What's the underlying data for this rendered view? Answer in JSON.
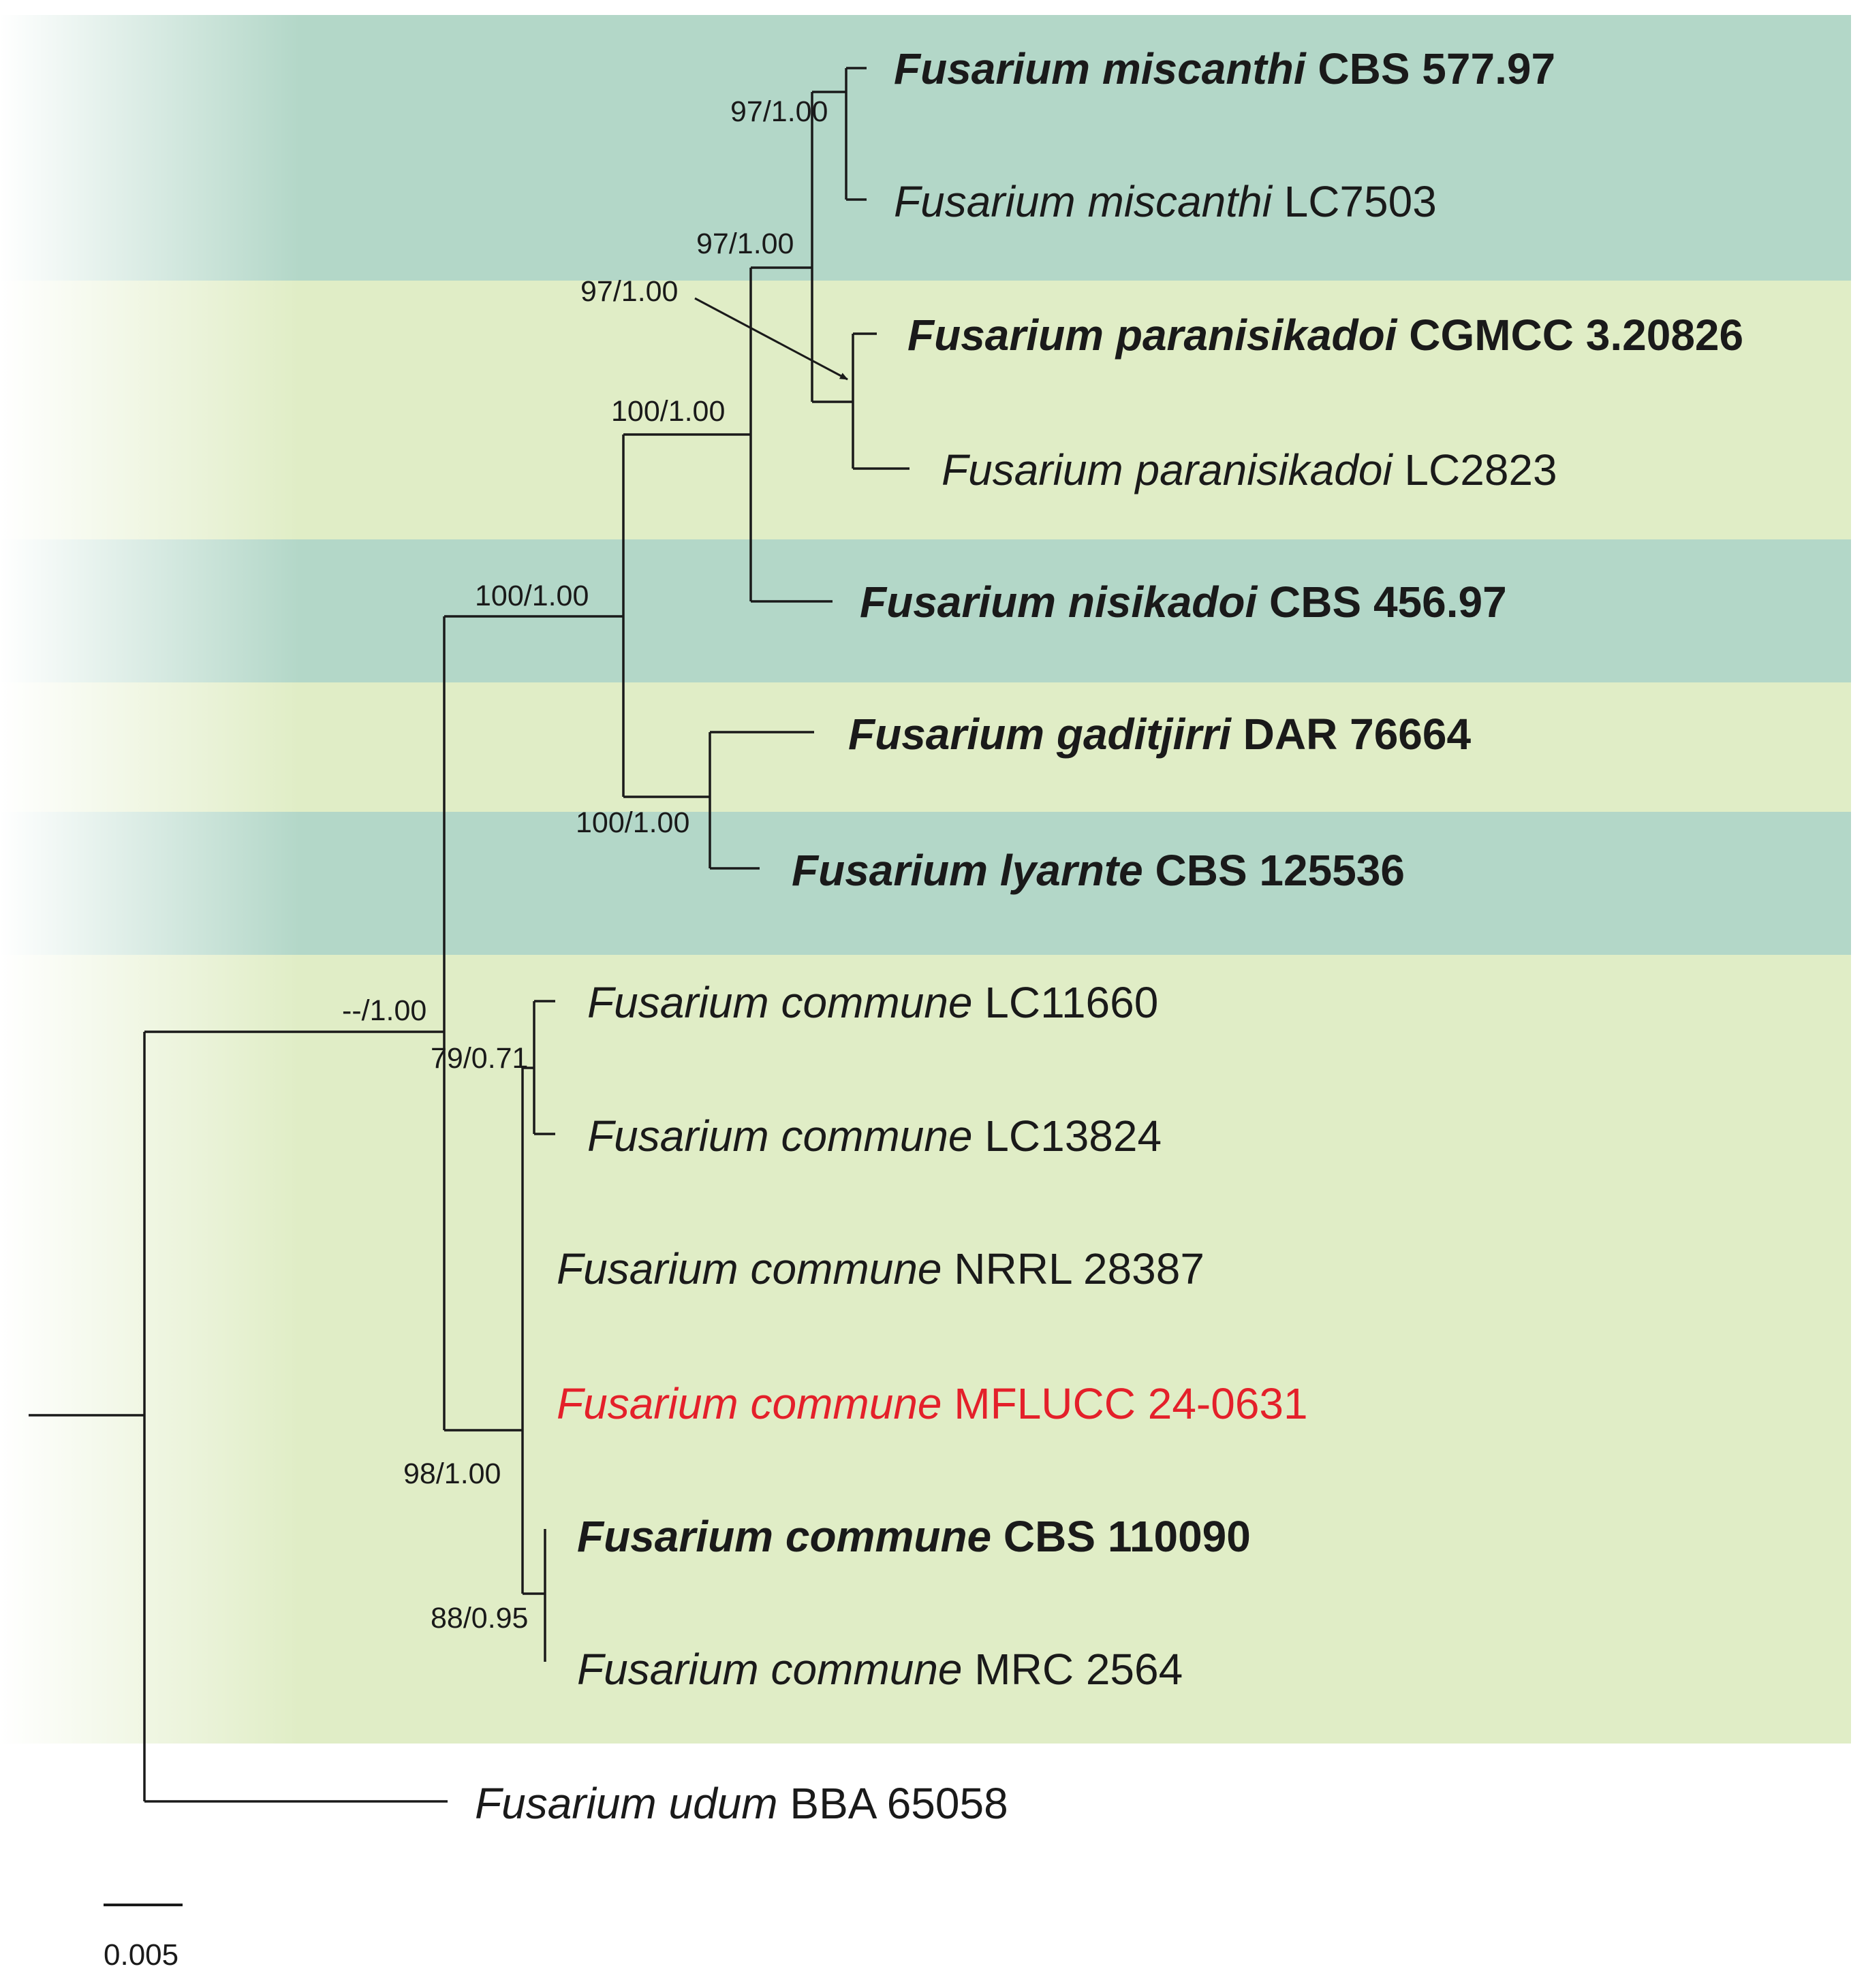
{
  "colors": {
    "band_teal": "#b3d7c8",
    "band_green": "#e0edc6",
    "highlight_red": "#e4202a",
    "text": "#1a1a1a"
  },
  "taxa": [
    {
      "genus": "Fusarium",
      "species": "miscanthi",
      "strain": "CBS 577.97",
      "bold": true,
      "highlight": false
    },
    {
      "genus": "Fusarium",
      "species": "miscanthi",
      "strain": "LC7503",
      "bold": false,
      "highlight": false
    },
    {
      "genus": "Fusarium",
      "species": "paranisikadoi",
      "strain": "CGMCC 3.20826",
      "bold": true,
      "highlight": false
    },
    {
      "genus": "Fusarium",
      "species": "paranisikadoi",
      "strain": "LC2823",
      "bold": false,
      "highlight": false
    },
    {
      "genus": "Fusarium",
      "species": "nisikadoi",
      "strain": "CBS 456.97",
      "bold": true,
      "highlight": false
    },
    {
      "genus": "Fusarium",
      "species": "gaditjirri",
      "strain": "DAR 76664",
      "bold": true,
      "highlight": false
    },
    {
      "genus": "Fusarium",
      "species": "lyarnte",
      "strain": "CBS 125536",
      "bold": true,
      "highlight": false
    },
    {
      "genus": "Fusarium",
      "species": "commune",
      "strain": "LC11660",
      "bold": false,
      "highlight": false
    },
    {
      "genus": "Fusarium",
      "species": "commune",
      "strain": "LC13824",
      "bold": false,
      "highlight": false
    },
    {
      "genus": "Fusarium",
      "species": "commune",
      "strain": "NRRL 28387",
      "bold": false,
      "highlight": false
    },
    {
      "genus": "Fusarium",
      "species": "commune",
      "strain": "MFLUCC 24-0631",
      "bold": false,
      "highlight": true
    },
    {
      "genus": "Fusarium",
      "species": "commune",
      "strain": "CBS 110090",
      "bold": true,
      "highlight": false
    },
    {
      "genus": "Fusarium",
      "species": "commune",
      "strain": "MRC 2564",
      "bold": false,
      "highlight": false
    },
    {
      "genus": "Fusarium",
      "species": "udum",
      "strain": "BBA 65058",
      "bold": false,
      "highlight": false
    }
  ],
  "support_values": [
    "97/1.00",
    "97/1.00",
    "97/1.00",
    "100/1.00",
    "100/1.00",
    "100/1.00",
    "--/1.00",
    "79/0.71",
    "98/1.00",
    "88/0.95"
  ],
  "scale_bar": {
    "label": "0.005"
  }
}
